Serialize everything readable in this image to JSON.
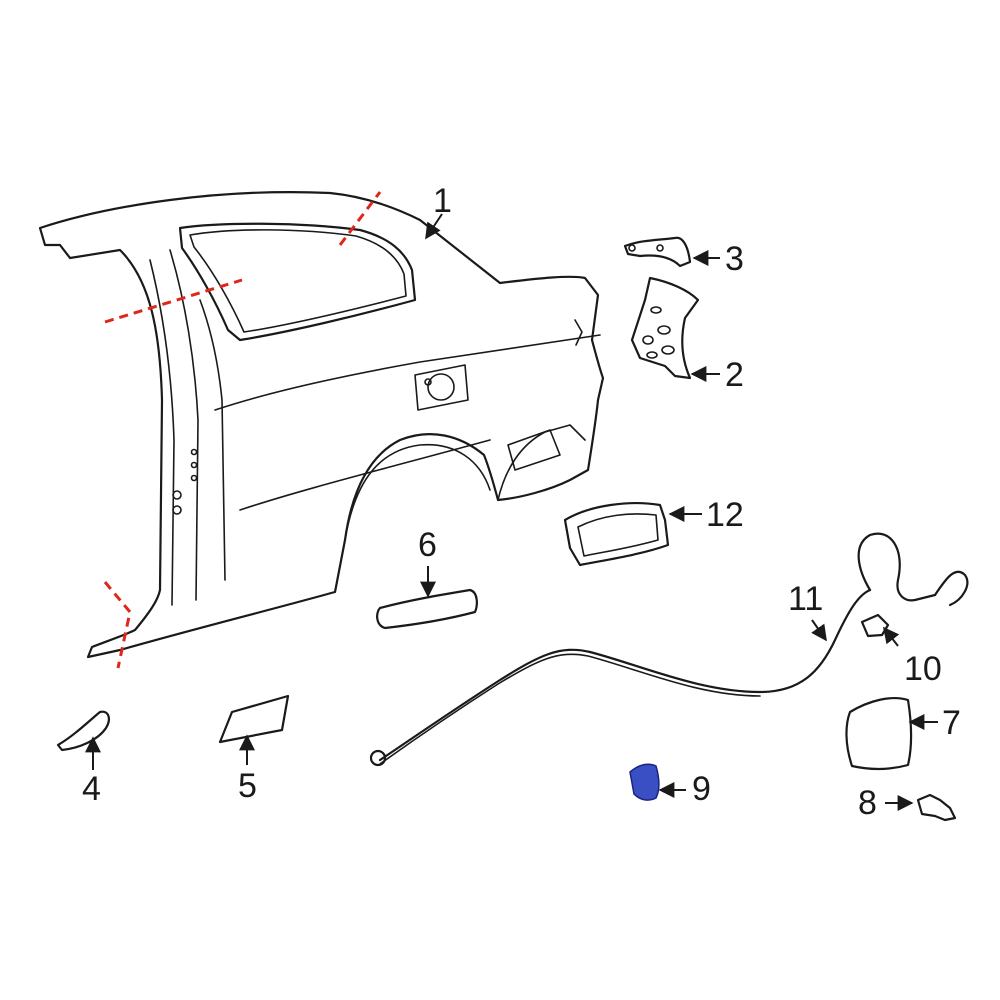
{
  "diagram": {
    "highlight_color": "#3a4fc4",
    "cut_line_color": "#e0261b",
    "callouts": [
      "1",
      "2",
      "3",
      "4",
      "5",
      "6",
      "7",
      "8",
      "9",
      "10",
      "11",
      "12"
    ]
  }
}
